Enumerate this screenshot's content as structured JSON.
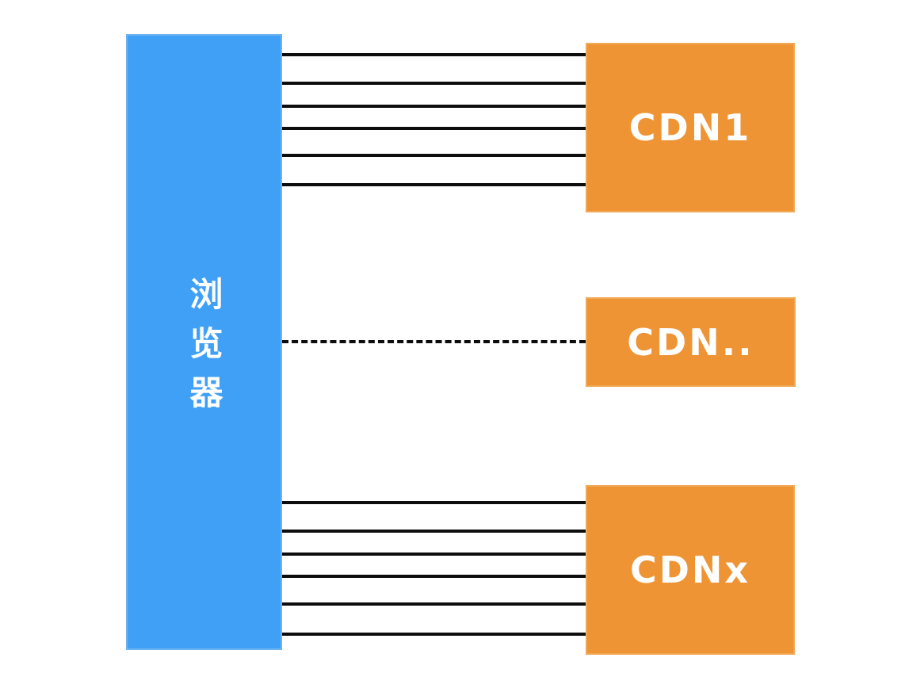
{
  "diagram": {
    "browser": {
      "label": "浏览器"
    },
    "cdn_nodes": [
      {
        "id": "cdn1",
        "label": "CDN1"
      },
      {
        "id": "cdn-mid",
        "label": "CDN.."
      },
      {
        "id": "cdnx",
        "label": "CDNx"
      }
    ],
    "connections": [
      {
        "from": "浏览器",
        "to": "CDN1",
        "style": "solid",
        "count": 6
      },
      {
        "from": "浏览器",
        "to": "CDN..",
        "style": "dashed",
        "count": 1
      },
      {
        "from": "浏览器",
        "to": "CDNx",
        "style": "solid",
        "count": 6
      }
    ],
    "colors": {
      "browser_fill": "#3FA0F5",
      "cdn_fill": "#EE9435",
      "connector": "#0d0d0d",
      "label_text": "#FFFFFF",
      "background": "#FFFFFF"
    }
  }
}
